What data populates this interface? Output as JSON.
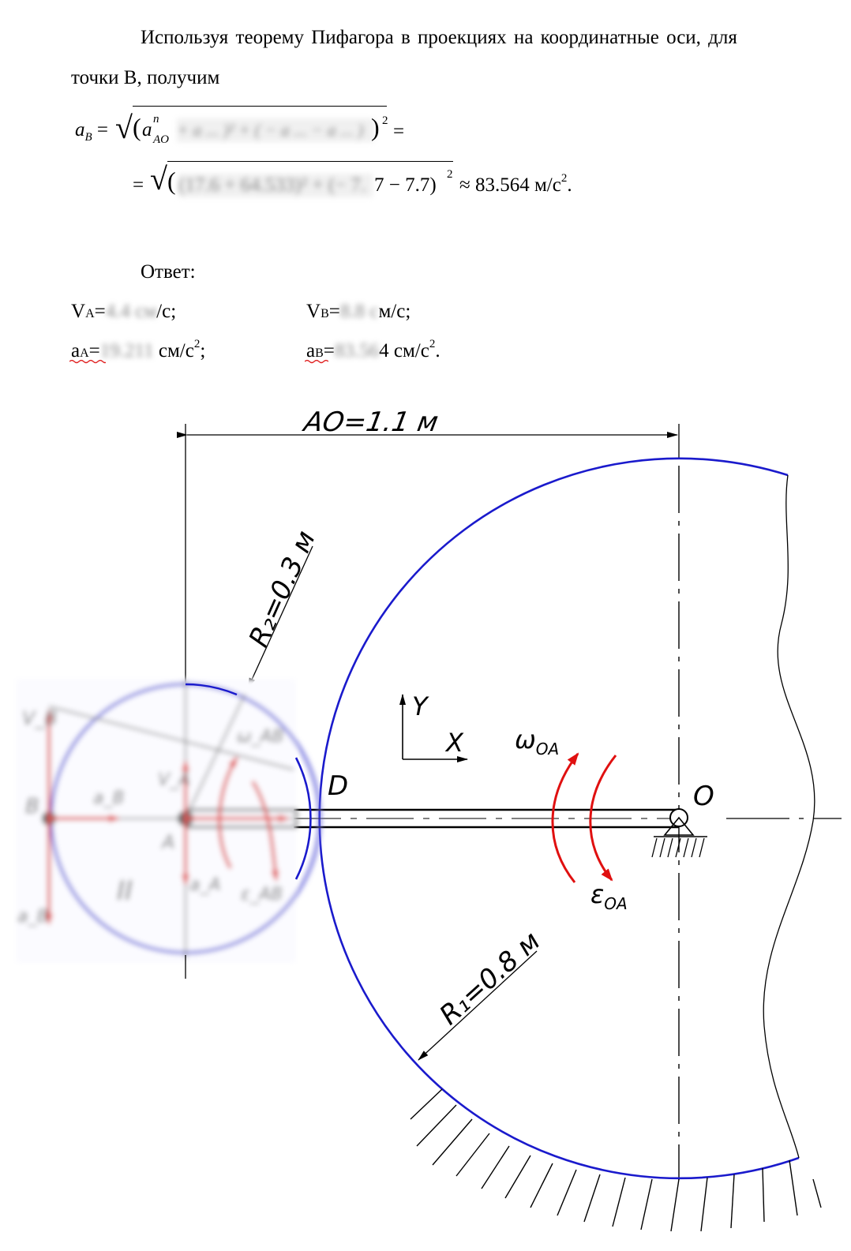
{
  "text": {
    "para1": "Используя теорему Пифагора в проекциях на координатные оси, для",
    "para2": "точки B, получим",
    "eq1_lhs": "a",
    "eq1_lhs_sub": "B",
    "eq1_eq": "=",
    "eq1_term": "a",
    "eq1_term_sup": "n",
    "eq1_term_sub": "AO",
    "eq1_hidden": "+ a ... )² + ( − a ... − a ... )",
    "eq1_sq": "2",
    "eq1_tail": "=",
    "eq2_eq": "=",
    "eq2_hidden": "(17.6 + 64.533)² + (− 7.",
    "eq2_visible": "7 − 7.7)",
    "eq2_sq": "2",
    "eq2_result": "≈ 83.564  м/с",
    "eq2_result_sup": "2",
    "eq2_dot": ".",
    "answer_label": "Ответ:",
    "va_label": "V",
    "va_sub": "A",
    "va_eq": "=",
    "va_hidden": "4.4 см",
    "va_unit": "/с;",
    "vb_label": "V",
    "vb_sub": "B",
    "vb_eq": "=",
    "vb_hidden": "8.8 с",
    "vb_unit": "м/с;",
    "aa_label": "a",
    "aa_sub": "A",
    "aa_eq": "=",
    "aa_hidden": "19.211",
    "aa_unit": " см/с",
    "aa_sup": "2",
    "aa_end": ";",
    "ab_label": "a",
    "ab_sub": "B",
    "ab_eq": "=",
    "ab_hidden": "83.56",
    "ab_unit": "4 см/с",
    "ab_sup": "2",
    "ab_end": "."
  },
  "drawing": {
    "dim_ao": "AO=1.1 м",
    "dim_r2": "R₂=0.3 м",
    "dim_r1": "R₁=0.8 м",
    "label_y": "Y",
    "label_x": "X",
    "label_d": "D",
    "label_o": "O",
    "label_omega": "ω",
    "label_omega_sub": "OA",
    "label_eps": "ε",
    "label_eps_sub": "OA",
    "blur_vb": "V_B",
    "blur_b": "B",
    "blur_ab": "a_B",
    "blur_va": "V_A",
    "blur_a": "A",
    "blur_ii": "II",
    "blur_omega": "ω_AB",
    "blur_eps": "ε_AB",
    "blur_aa": "a_A",
    "colors": {
      "circle": "#1a1acc",
      "arrow": "#e01010",
      "ink": "#000000"
    }
  }
}
